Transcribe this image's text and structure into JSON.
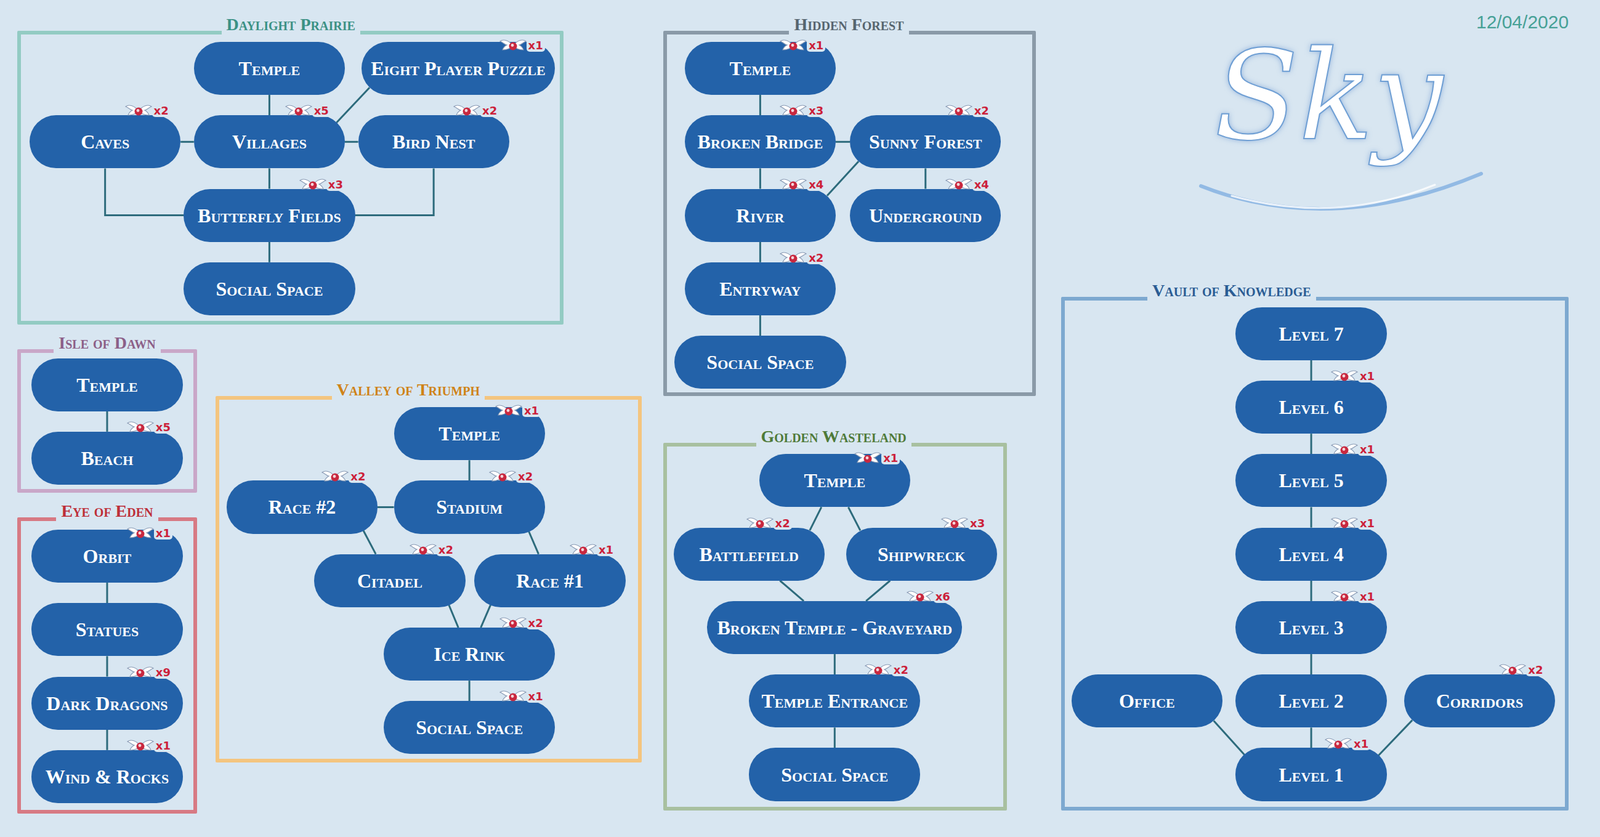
{
  "diagram": {
    "title": "Sky",
    "nodes": [
      {
        "text": [
          "Daylight Prairie"
        ]
      },
      {
        "text": [
          "Temple"
        ],
        "in": 0
      },
      {
        "text": [
          "Eight Player Puzzle"
        ],
        "in": 0
      },
      {
        "text": [
          "Caves"
        ],
        "in": 0
      },
      {
        "text": [
          "Villages"
        ],
        "in": 0
      },
      {
        "text": [
          "Bird Nest"
        ],
        "in": 0
      },
      {
        "text": [
          "Butterfly Fields"
        ],
        "in": 0
      },
      {
        "text": [
          "Social Space"
        ],
        "in": 0
      },
      {
        "text": [
          "Hidden Forest"
        ]
      },
      {
        "text": [
          "Temple"
        ],
        "in": 8
      },
      {
        "text": [
          "Broken Bridge"
        ],
        "in": 8
      },
      {
        "text": [
          "Sunny Forest"
        ],
        "in": 8
      },
      {
        "text": [
          "River"
        ],
        "in": 8
      },
      {
        "text": [
          "Underground"
        ],
        "in": 8
      },
      {
        "text": [
          "Entryway"
        ],
        "in": 8
      },
      {
        "text": [
          "Social Space"
        ],
        "in": 8
      },
      {
        "text": [
          "Isle of Dawn"
        ]
      },
      {
        "text": [
          "Temple"
        ],
        "in": 16
      },
      {
        "text": [
          "Beach"
        ],
        "in": 16
      },
      {
        "text": [
          "Eye of Eden"
        ]
      },
      {
        "text": [
          "Orbit"
        ],
        "in": 19
      },
      {
        "text": [
          "Statues"
        ],
        "in": 19
      },
      {
        "text": [
          "Dark Dragons"
        ],
        "in": 19
      },
      {
        "text": [
          "Wind & Rocks"
        ],
        "in": 19
      },
      {
        "text": [
          "Valley of Triumph"
        ]
      },
      {
        "text": [
          "Temple"
        ],
        "in": 24
      },
      {
        "text": [
          "Race #2"
        ],
        "in": 24
      },
      {
        "text": [
          "Stadium"
        ],
        "in": 24
      },
      {
        "text": [
          "Citadel"
        ],
        "in": 24
      },
      {
        "text": [
          "Race #1"
        ],
        "in": 24
      },
      {
        "text": [
          "Ice Rink"
        ],
        "in": 24
      },
      {
        "text": [
          "Social Space"
        ],
        "in": 24
      },
      {
        "text": [
          "Golden Wasteland"
        ]
      },
      {
        "text": [
          "Temple"
        ],
        "in": 32
      },
      {
        "text": [
          "Battlefield"
        ],
        "in": 32
      },
      {
        "text": [
          "Shipwreck"
        ],
        "in": 32
      },
      {
        "text": [
          "Broken Temple - Graveyard"
        ],
        "in": 32
      },
      {
        "text": [
          "Temple Entrance"
        ],
        "in": 32
      },
      {
        "text": [
          "Social Space"
        ],
        "in": 32
      },
      {
        "text": [
          "Vault of Knowledge"
        ]
      },
      {
        "text": [
          "Level 7"
        ],
        "in": 39
      },
      {
        "text": [
          "Level 6"
        ],
        "in": 39
      },
      {
        "text": [
          "Level 5"
        ],
        "in": 39
      },
      {
        "text": [
          "Level 4"
        ],
        "in": 39
      },
      {
        "text": [
          "Level 3"
        ],
        "in": 39
      },
      {
        "text": [
          "Office"
        ],
        "in": 39
      },
      {
        "text": [
          "Level 2"
        ],
        "in": 39
      },
      {
        "text": [
          "Corridors"
        ],
        "in": 39
      },
      {
        "text": [
          "Level 1"
        ],
        "in": 39
      }
    ],
    "edges": [
      {
        "from": 1,
        "to": 4,
        "arrow": "none"
      },
      {
        "from": 4,
        "to": 2,
        "arrow": "none"
      },
      {
        "from": 3,
        "to": 4,
        "arrow": "none"
      },
      {
        "from": 4,
        "to": 5,
        "arrow": "none"
      },
      {
        "from": 4,
        "to": 6,
        "arrow": "none"
      },
      {
        "from": 3,
        "to": 6,
        "arrow": "none"
      },
      {
        "from": 5,
        "to": 6,
        "arrow": "none"
      },
      {
        "from": 6,
        "to": 7,
        "arrow": "none"
      },
      {
        "from": 9,
        "to": 10,
        "arrow": "none"
      },
      {
        "from": 10,
        "to": 11,
        "arrow": "none"
      },
      {
        "from": 10,
        "to": 12,
        "arrow": "none"
      },
      {
        "from": 12,
        "to": 11,
        "arrow": "none"
      },
      {
        "from": 11,
        "to": 13,
        "arrow": "none"
      },
      {
        "from": 12,
        "to": 14,
        "arrow": "none"
      },
      {
        "from": 14,
        "to": 15,
        "arrow": "none"
      },
      {
        "from": 17,
        "to": 18,
        "arrow": "none"
      },
      {
        "from": 20,
        "to": 21,
        "arrow": "none"
      },
      {
        "from": 21,
        "to": 22,
        "arrow": "none"
      },
      {
        "from": 22,
        "to": 23,
        "arrow": "none"
      },
      {
        "from": 25,
        "to": 27,
        "arrow": "none"
      },
      {
        "from": 26,
        "to": 27,
        "arrow": "none"
      },
      {
        "from": 26,
        "to": 28,
        "arrow": "none"
      },
      {
        "from": 27,
        "to": 29,
        "arrow": "none"
      },
      {
        "from": 28,
        "to": 30,
        "arrow": "none"
      },
      {
        "from": 29,
        "to": 30,
        "arrow": "none"
      },
      {
        "from": 30,
        "to": 31,
        "arrow": "none"
      },
      {
        "from": 33,
        "to": 34,
        "arrow": "none"
      },
      {
        "from": 33,
        "to": 35,
        "arrow": "none"
      },
      {
        "from": 34,
        "to": 36,
        "arrow": "none"
      },
      {
        "from": 35,
        "to": 36,
        "arrow": "none"
      },
      {
        "from": 36,
        "to": 37,
        "arrow": "none"
      },
      {
        "from": 37,
        "to": 38,
        "arrow": "none"
      },
      {
        "from": 40,
        "to": 41,
        "arrow": "none"
      },
      {
        "from": 41,
        "to": 42,
        "arrow": "none"
      },
      {
        "from": 42,
        "to": 43,
        "arrow": "none"
      },
      {
        "from": 43,
        "to": 44,
        "arrow": "none"
      },
      {
        "from": 44,
        "to": 46,
        "arrow": "none"
      },
      {
        "from": 46,
        "to": 48,
        "arrow": "none"
      },
      {
        "from": 45,
        "to": 48,
        "arrow": "none"
      },
      {
        "from": 47,
        "to": 48,
        "arrow": "none"
      }
    ],
    "labels": [
      "12/04/2020",
      "x1",
      "x2",
      "x5",
      "x2",
      "x3",
      "x1",
      "x3",
      "x2",
      "x4",
      "x4",
      "x2",
      "x5",
      "x1",
      "x9",
      "x1",
      "x1",
      "x2",
      "x2",
      "x2",
      "x1",
      "x2",
      "x1",
      "x1",
      "x2",
      "x3",
      "x6",
      "x2",
      "x1",
      "x1",
      "x1",
      "x1",
      "x2",
      "x1"
    ]
  }
}
